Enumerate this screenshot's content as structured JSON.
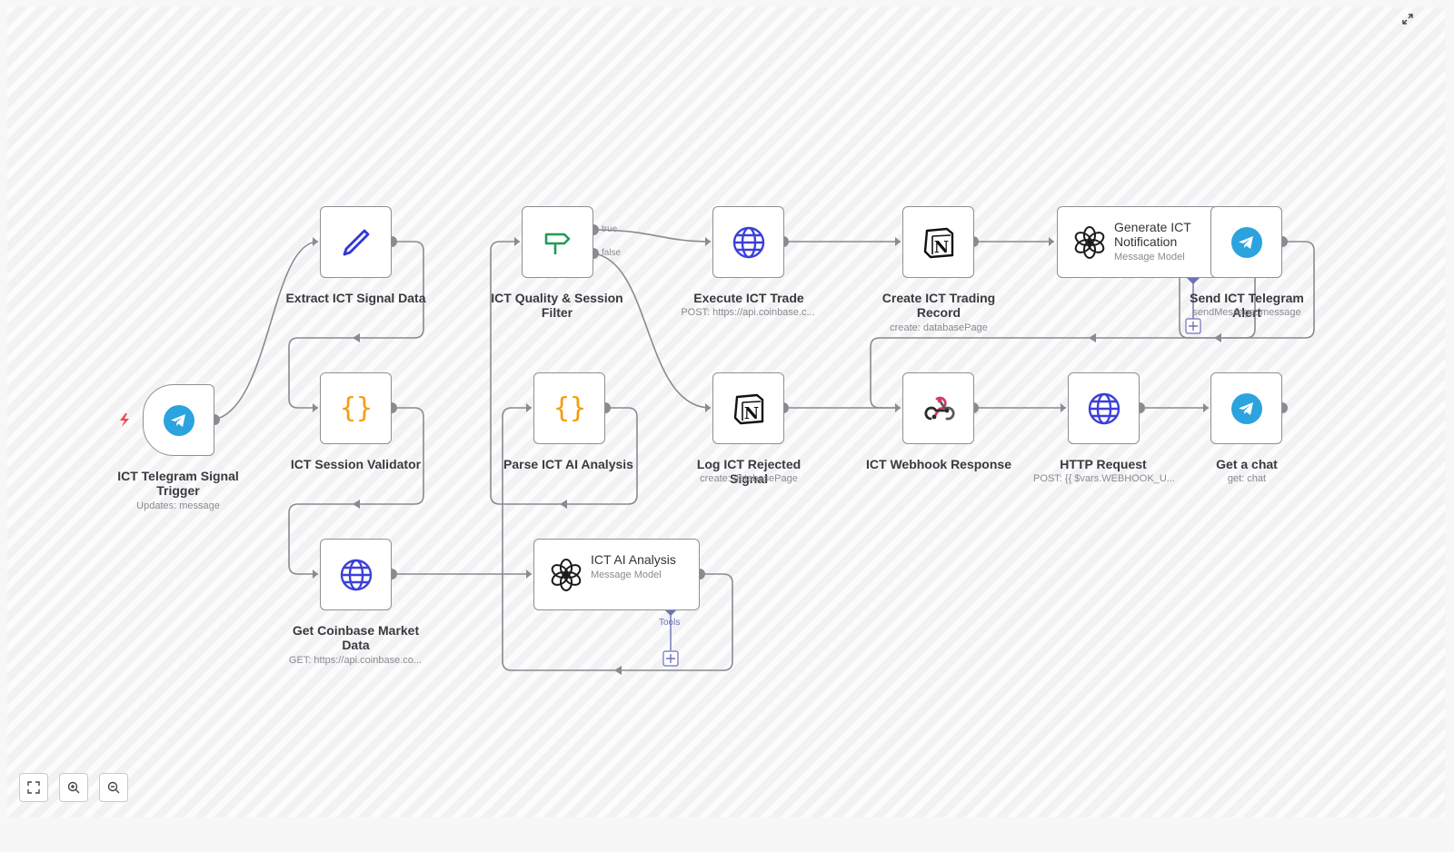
{
  "canvas": {
    "expand_icon": "expand-icon"
  },
  "nodes": {
    "telegram_trigger": {
      "title": "ICT Telegram Signal Trigger",
      "subtitle": "Updates: message"
    },
    "extract": {
      "title": "Extract ICT Signal Data"
    },
    "session_validator": {
      "title": "ICT Session Validator"
    },
    "coinbase_market": {
      "title": "Get Coinbase Market Data",
      "subtitle": "GET: https://api.coinbase.co..."
    },
    "quality_filter": {
      "title": "ICT Quality & Session Filter",
      "true_label": "true",
      "false_label": "false"
    },
    "parse_ai": {
      "title": "Parse ICT AI Analysis"
    },
    "ai_analysis": {
      "title": "ICT AI Analysis",
      "subtitle": "Message Model",
      "tools_label": "Tools"
    },
    "execute_trade": {
      "title": "Execute ICT Trade",
      "subtitle": "POST: https://api.coinbase.c..."
    },
    "log_rejected": {
      "title": "Log ICT Rejected Signal",
      "subtitle": "create: databasePage"
    },
    "create_record": {
      "title": "Create ICT Trading Record",
      "subtitle": "create: databasePage"
    },
    "webhook_response": {
      "title": "ICT Webhook Response"
    },
    "generate_notification": {
      "title": "Generate ICT Notification",
      "subtitle": "Message Model"
    },
    "send_alert": {
      "title": "Send ICT Telegram Alert",
      "subtitle": "sendMessage: message"
    },
    "http_request": {
      "title": "HTTP Request",
      "subtitle": "POST: {{ $vars.WEBHOOK_U..."
    },
    "get_chat": {
      "title": "Get a chat",
      "subtitle": "get: chat"
    }
  },
  "controls": {
    "fit": "fit-view-icon",
    "zoom_in": "zoom-in-icon",
    "zoom_out": "zoom-out-icon"
  },
  "colors": {
    "telegram": "#2aa3df",
    "globe": "#3b3fd9",
    "code": "#f59e0b",
    "filter": "#1d9b55",
    "webhook": "#d33d63",
    "edit": "#2f36d6",
    "wire": "#8a8a8f",
    "tool": "#6f72b6"
  }
}
